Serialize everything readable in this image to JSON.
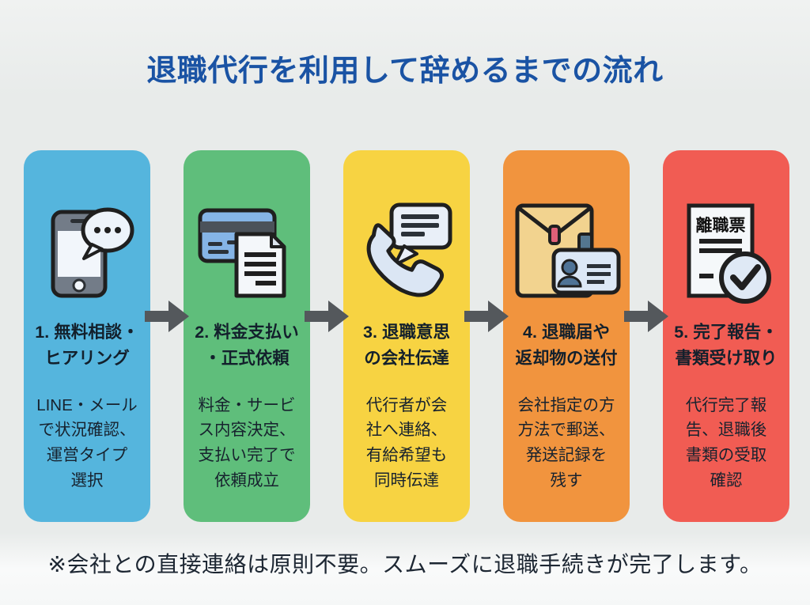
{
  "title": {
    "text": "退職代行を利用して辞めるまでの流れ",
    "color": "#1a53a4"
  },
  "footer": {
    "text": "※会社との直接連絡は原則不要。スムーズに退職手続きが完了します。"
  },
  "arrow": {
    "color": "#54585c"
  },
  "background_color": "#e8ebea",
  "steps": [
    {
      "number": "1",
      "color": "#55b5dd",
      "icon": "smartphone-chat-icon",
      "heading": "1. 無料相談・\nヒアリング",
      "body": "LINE・メール\nで状況確認、\n運営タイプ\n選択"
    },
    {
      "number": "2",
      "color": "#5fbe7b",
      "icon": "credit-card-document-icon",
      "heading": "2. 料金支払い\n・正式依頼",
      "body": "料金・サービ\nス内容決定、\n支払い完了で\n依頼成立"
    },
    {
      "number": "3",
      "color": "#f7d342",
      "icon": "phone-message-icon",
      "heading": "3. 退職意思\nの会社伝達",
      "body": "代行者が会\n社へ連絡、\n有給希望も\n同時伝達"
    },
    {
      "number": "4",
      "color": "#f1943e",
      "icon": "envelope-idcard-icon",
      "heading": "4. 退職届や\n返却物の送付",
      "body": "会社指定の方\n方法で郵送、\n発送記録を\n残す"
    },
    {
      "number": "5",
      "color": "#f15c53",
      "icon": "document-check-icon",
      "icon_label": "離職票",
      "heading": "5. 完了報告・\n書類受け取り",
      "body": "代行完了報\n告、退職後\n書類の受取\n確認"
    }
  ]
}
